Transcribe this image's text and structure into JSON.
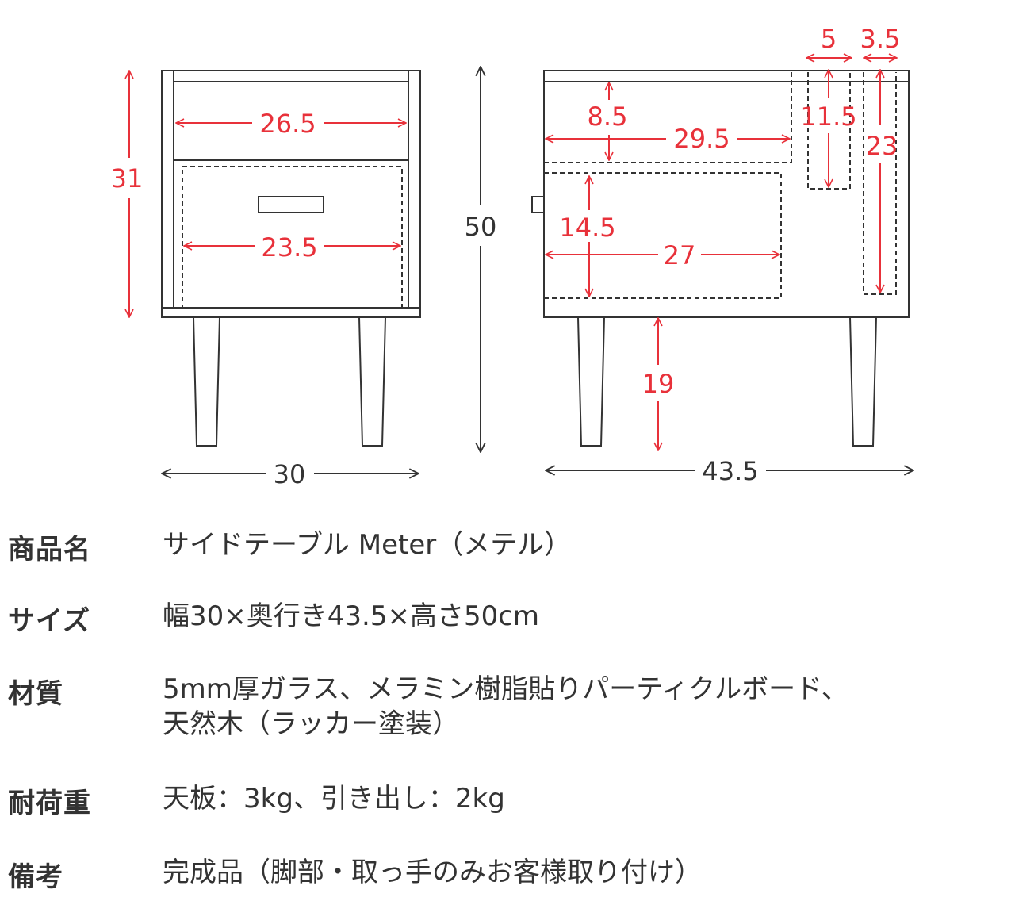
{
  "diagram": {
    "front_view": {
      "height_body": "31",
      "shelf_width": "26.5",
      "drawer_width": "23.5",
      "overall_width": "30"
    },
    "overall_height": "50",
    "side_view": {
      "glass_slot_width": "5",
      "side_slot_width": "3.5",
      "shelf_height": "8.5",
      "shelf_depth": "29.5",
      "glass_slot_height": "11.5",
      "side_slot_height": "23",
      "drawer_height": "14.5",
      "drawer_depth": "27",
      "leg_height": "19",
      "overall_depth": "43.5"
    },
    "colors": {
      "dimension": "#e8313a",
      "line": "#333333"
    }
  },
  "specs": [
    {
      "label": "商品名",
      "lines": [
        "サイドテーブル Meter（メテル）"
      ]
    },
    {
      "label": "サイズ",
      "lines": [
        "幅30×奥行き43.5×高さ50cm"
      ]
    },
    {
      "label": "材質",
      "lines": [
        "5mm厚ガラス、メラミン樹脂貼りパーティクルボード、",
        "天然木（ラッカー塗装）"
      ]
    },
    {
      "label": "耐荷重",
      "lines": [
        "天板：3kg、引き出し：2kg"
      ]
    },
    {
      "label": "備考",
      "lines": [
        "完成品（脚部・取っ手のみお客様取り付け）"
      ]
    }
  ]
}
